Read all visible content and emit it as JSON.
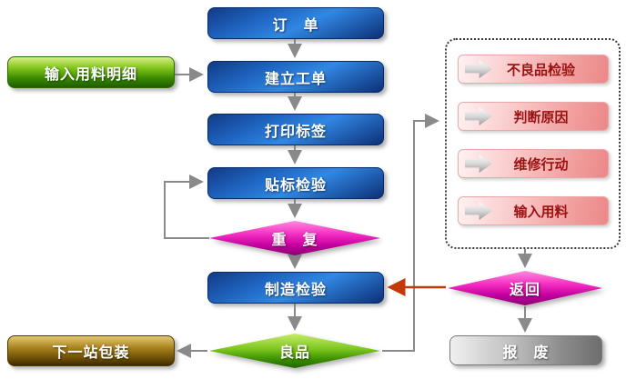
{
  "flowchart": {
    "main_flow": {
      "order": "订　单",
      "create_work_order": "建立工单",
      "print_label": "打印标签",
      "label_inspection": "贴标检验",
      "repeat_decision": "重　复",
      "manufacture_inspection": "制造检验",
      "good_product_decision": "良品"
    },
    "left": {
      "input_material_detail": "输入用料明细",
      "next_station_packaging": "下一站包装"
    },
    "defect_box": {
      "items": [
        {
          "icon": "block-arrow-right-icon",
          "label": "不良品检验"
        },
        {
          "icon": "block-arrow-right-icon",
          "label": "判断原因"
        },
        {
          "icon": "block-arrow-right-icon",
          "label": "维修行动"
        },
        {
          "icon": "block-arrow-right-icon",
          "label": "输入用料"
        }
      ]
    },
    "right": {
      "return_decision": "返回",
      "scrap": "报　废"
    },
    "colors": {
      "process_blue": "#1458b0",
      "start_green": "#5aa50a",
      "decision_magenta": "#e01cb8",
      "good_green": "#55a80a",
      "packaging_brown": "#8a6a10",
      "scrap_gray": "#9a9a9a",
      "defect_pink": "#f4a0a0",
      "defect_text_red": "#9c1212",
      "connector_gray": "#8a8a8a",
      "return_arrow_red": "#c23a0a"
    }
  }
}
